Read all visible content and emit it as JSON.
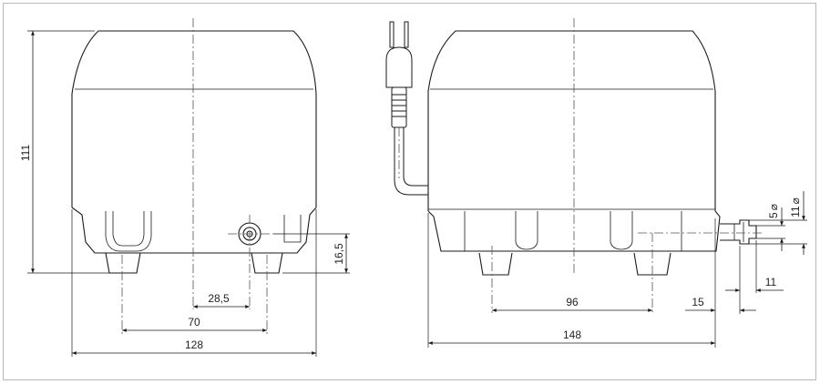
{
  "colors": {
    "line": "#1a1a1a",
    "centerline": "#555555",
    "body_fill": "#ffffff",
    "frame": "#b8b8b8"
  },
  "dimensions": {
    "height_total": "111",
    "outlet_height": "16,5",
    "width_front": "128",
    "feet_spacing_front": "70",
    "outlet_offset": "28,5",
    "width_side": "148",
    "feet_spacing_side": "96",
    "nozzle_length": "15",
    "nozzle_tip": "11",
    "nozzle_inner_diameter": "5",
    "nozzle_outer_diameter": "11",
    "diameter_symbol": "⌀"
  }
}
